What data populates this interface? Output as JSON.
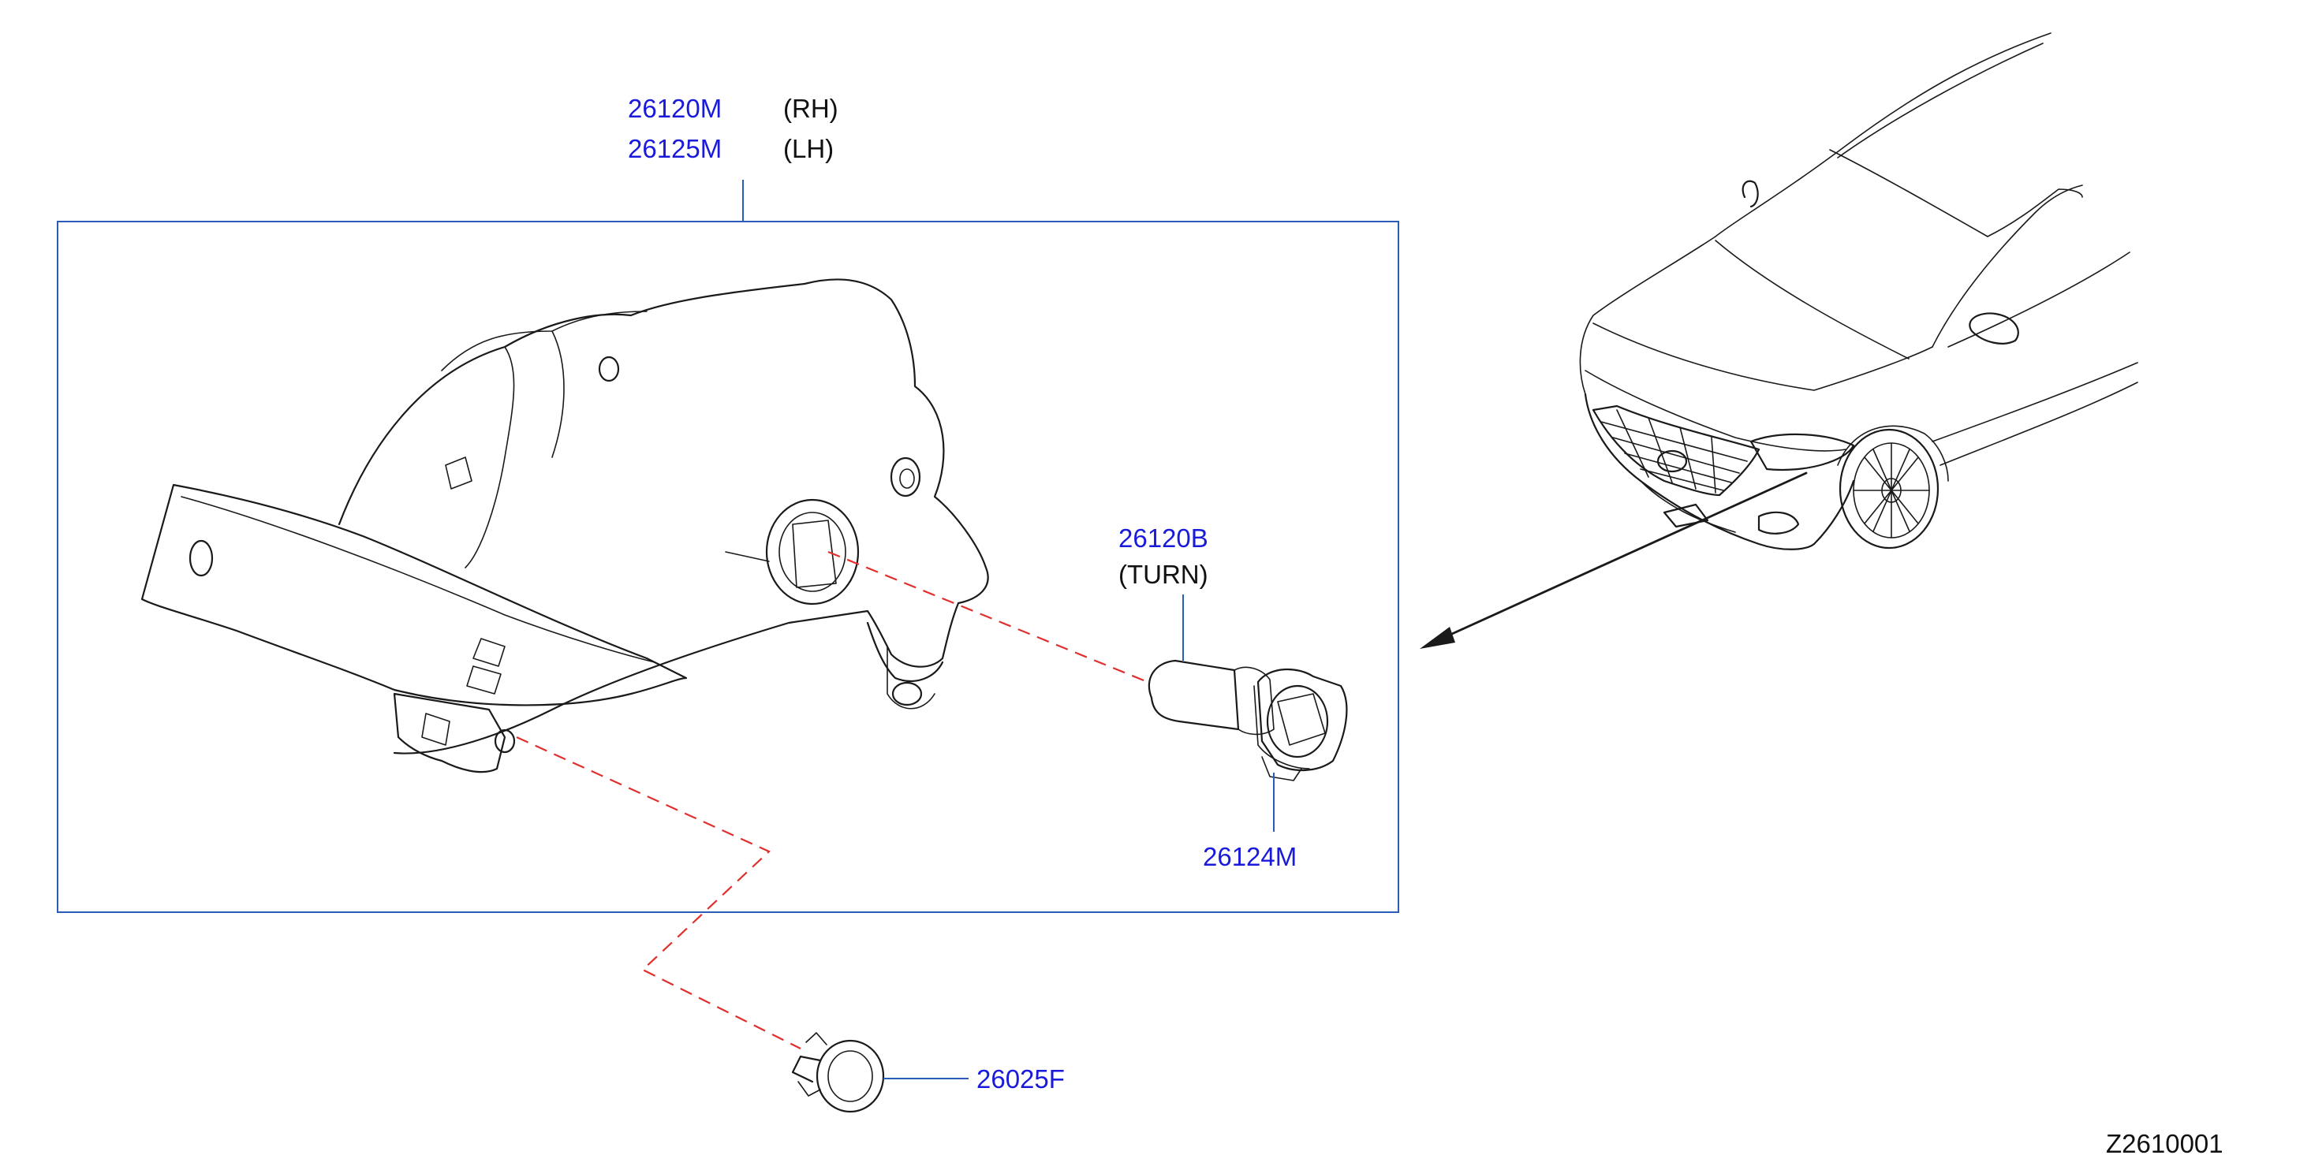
{
  "parts": {
    "lamp_rh": {
      "number": "26120M",
      "side": "(RH)"
    },
    "lamp_lh": {
      "number": "26125M",
      "side": "(LH)"
    },
    "bulb": {
      "number": "26120B",
      "desc": "(TURN)"
    },
    "socket": {
      "number": "26124M"
    },
    "clip": {
      "number": "26025F"
    }
  },
  "diagram_code": "Z2610001",
  "colors": {
    "part_number": "#1a1adb",
    "frame": "#2a5db8",
    "dashed_line": "#e0302e",
    "ink": "#1a1a1a"
  }
}
